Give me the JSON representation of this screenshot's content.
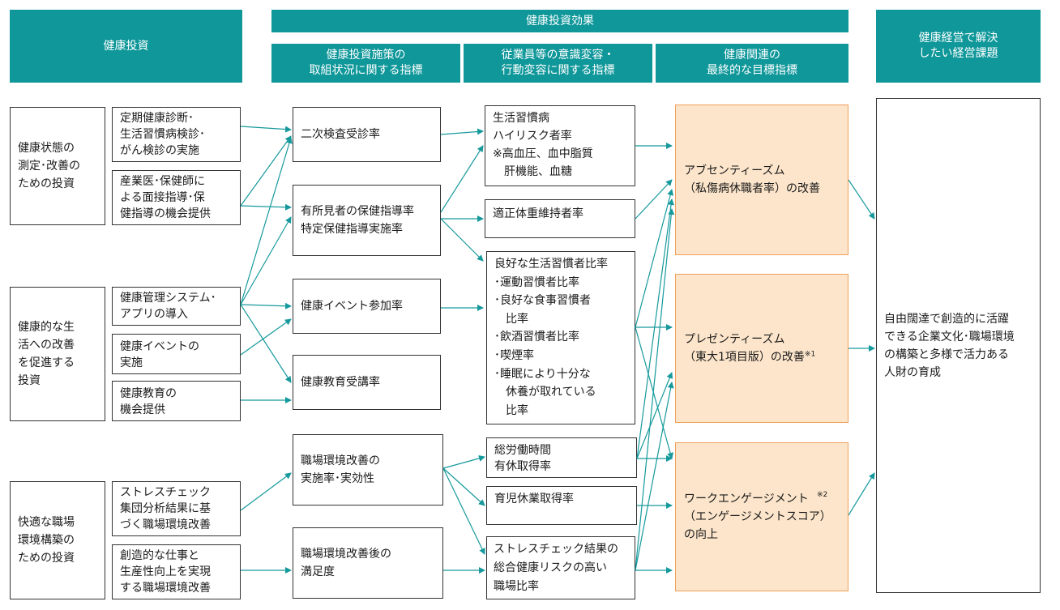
{
  "headers": {
    "investment": "健康投資",
    "effect": "健康投資効果",
    "policy_metrics": "健康投資施策の\n取組状況に関する指標",
    "awareness_metrics": "従業員等の意識変容・\n行動変容に関する指標",
    "final_metrics": "健康関連の\n最終的な目標指標",
    "management_issues": "健康経営で解決\nしたい経営課題"
  },
  "categories": [
    "健康状態の\n測定･改善の\nための投資",
    "健康的な生\n活への改善\nを促進する\n投資",
    "快適な職場\n環境構築の\nための投資"
  ],
  "investments": [
    "定期健康診断･\n生活習慣病検診･\nがん検診の実施",
    "産業医･保健師に\nよる面接指導･保\n健指導の機会提供",
    "健康管理システム･\nアプリの導入",
    "健康イベントの\n実施",
    "健康教育の\n機会提供",
    "ストレスチェック\n集団分析結果に基\nづく職場環境改善",
    "創造的な仕事と\n生産性向上を実現\nする職場環境改善"
  ],
  "policy_indicators": [
    "二次検査受診率",
    "有所見者の保健指導率\n特定保健指導実施率",
    "健康イベント参加率",
    "健康教育受講率",
    "職場環境改善の\n実施率･実効性",
    "職場環境改善後の\n満足度"
  ],
  "behavior_indicators": [
    "生活習慣病\nハイリスク者率\n※高血圧、血中脂質\n　肝機能、血糖",
    "適正体重維持者率",
    "良好な生活習慣者比率\n･運動習慣者比率\n･良好な食事習慣者\n　比率\n･飲酒習慣者比率\n･喫煙率\n･睡眠により十分な\n　休養が取れている\n　比率",
    "総労働時間\n有休取得率",
    "育児休業取得率",
    "ストレスチェック結果の\n総合健康リスクの高い\n職場比率"
  ],
  "final_indicators": [
    {
      "text": "アブセンティーズム\n（私傷病休職者率）の改善",
      "note": ""
    },
    {
      "text": "プレゼンティーズム\n（東大1項目版）の改善",
      "note": "※1"
    },
    {
      "text": "ワークエンゲージメント\n（エンゲージメントスコア）\nの向上",
      "note": "※2"
    }
  ],
  "goal": "自由闊達で創造的に活躍\nできる企業文化･職場環境\nの構築と多様で活力ある\n人財の育成",
  "colors": {
    "header": "#0f979a",
    "arrow": "#16999c",
    "target_fill": "#fce5cb",
    "target_border": "#f0a05a"
  }
}
